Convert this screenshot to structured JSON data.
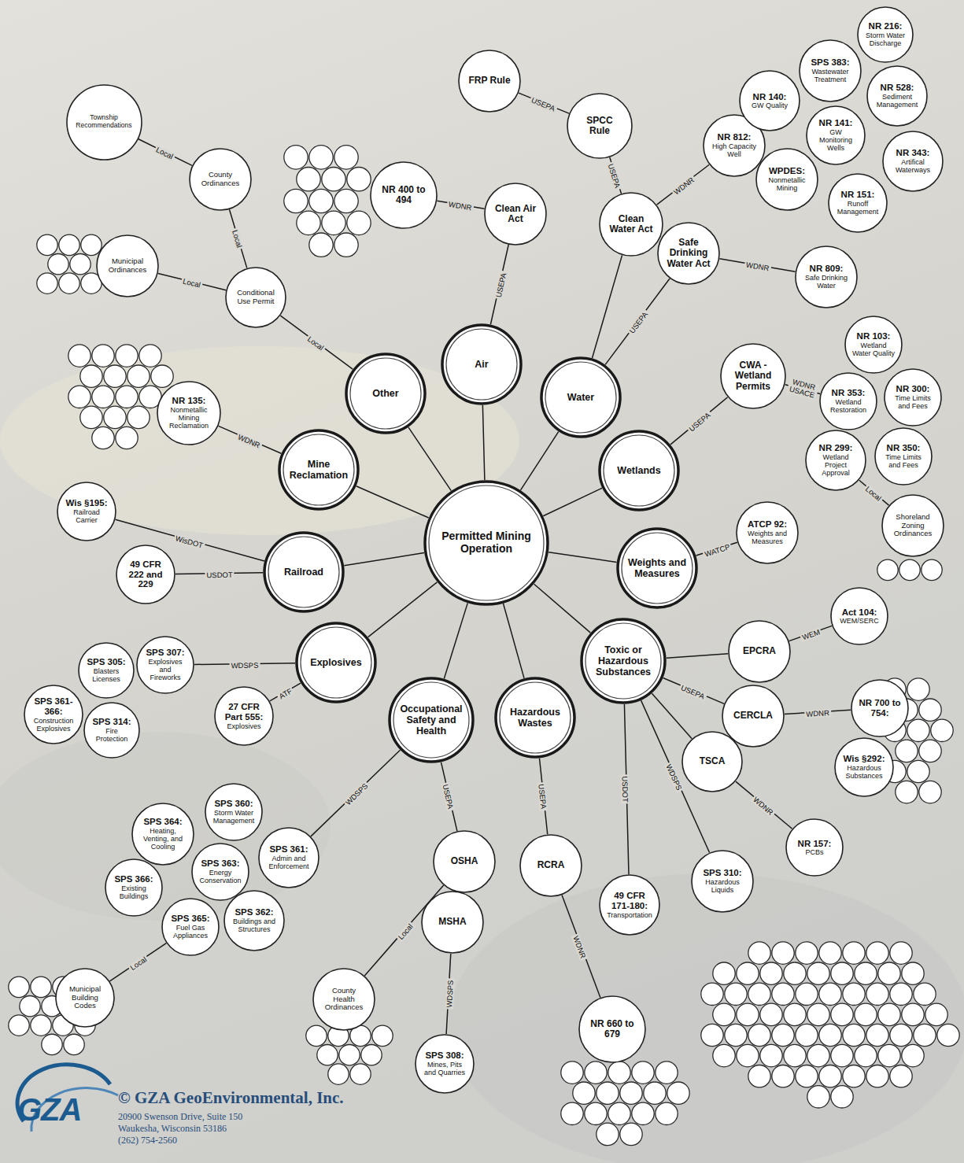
{
  "diagram": {
    "nodes": [
      {
        "text": [
          "Permitted Mining Operation"
        ]
      },
      {
        "text": [
          "Air"
        ]
      },
      {
        "text": [
          "Water"
        ]
      },
      {
        "text": [
          "Wetlands"
        ]
      },
      {
        "text": [
          "Weights and Measures"
        ]
      },
      {
        "text": [
          "Toxic or Hazardous Substances"
        ]
      },
      {
        "text": [
          "Hazardous Wastes"
        ]
      },
      {
        "text": [
          "Occupational Safety and Health"
        ]
      },
      {
        "text": [
          "Explosives"
        ]
      },
      {
        "text": [
          "Railroad"
        ]
      },
      {
        "text": [
          "Mine Reclamation"
        ]
      },
      {
        "text": [
          "Other"
        ]
      },
      {
        "text": [
          "Clean Air Act"
        ]
      },
      {
        "text": [
          "NR 400 to 494"
        ]
      },
      {
        "text": [
          "Clean Water Act"
        ]
      },
      {
        "text": [
          "Safe Drinking Water Act"
        ]
      },
      {
        "text": [
          "SPCC Rule"
        ]
      },
      {
        "text": [
          "FRP Rule"
        ]
      },
      {
        "text": [
          "NR 812:",
          "High Capacity Well"
        ]
      },
      {
        "text": [
          "NR 140:",
          "GW Quality"
        ]
      },
      {
        "text": [
          "SPS 383:",
          "Wastewater Treatment"
        ]
      },
      {
        "text": [
          "NR 216:",
          "Storm Water Discharge"
        ]
      },
      {
        "text": [
          "NR 528:",
          "Sediment Management"
        ]
      },
      {
        "text": [
          "NR 141:",
          "GW Monitoring Wells"
        ]
      },
      {
        "text": [
          "WPDES:",
          "Nonmetallic Mining"
        ]
      },
      {
        "text": [
          "NR 343:",
          "Artifical Waterways"
        ]
      },
      {
        "text": [
          "NR 151:",
          "Runoff Management"
        ]
      },
      {
        "text": [
          "NR 809:",
          "Safe Drinking Water"
        ]
      },
      {
        "text": [
          "CWA - Wetland Permits"
        ]
      },
      {
        "text": [
          "NR 103:",
          "Wetland Water Quality"
        ]
      },
      {
        "text": [
          "NR 353:",
          "Wetland Restoration"
        ]
      },
      {
        "text": [
          "NR 300:",
          "Time Limits and Fees"
        ]
      },
      {
        "text": [
          "NR 299:",
          "Wetland Project Approval"
        ]
      },
      {
        "text": [
          "NR 350:",
          "Time Limits and Fees"
        ]
      },
      {
        "text": [
          "Shoreland Zoning Ordinances"
        ]
      },
      {
        "text": [
          "ATCP 92:",
          "Weights and Measures"
        ]
      },
      {
        "text": [
          "Act 104:",
          "WEM/SERC"
        ]
      },
      {
        "text": [
          "EPCRA"
        ]
      },
      {
        "text": [
          "CERCLA"
        ]
      },
      {
        "text": [
          "TSCA"
        ]
      },
      {
        "text": [
          "NR 700 to 754:"
        ]
      },
      {
        "text": [
          "Wis §292:",
          "Hazardous Substances"
        ]
      },
      {
        "text": [
          "NR 157:",
          "PCBs"
        ]
      },
      {
        "text": [
          "SPS 310:",
          "Hazardous Liquids"
        ]
      },
      {
        "text": [
          "49 CFR 171-180:",
          "Transportation"
        ]
      },
      {
        "text": [
          "RCRA"
        ]
      },
      {
        "text": [
          "NR 660 to 679"
        ]
      },
      {
        "text": [
          "OSHA"
        ]
      },
      {
        "text": [
          "MSHA"
        ]
      },
      {
        "text": [
          "County Health Ordinances"
        ]
      },
      {
        "text": [
          "SPS 308:",
          "Mines, Pits and Quarries"
        ]
      },
      {
        "text": [
          "SPS 360:",
          "Storm Water Management"
        ]
      },
      {
        "text": [
          "SPS 364:",
          "Heating, Venting, and Cooling"
        ]
      },
      {
        "text": [
          "SPS 361:",
          "Admin and Enforcement"
        ]
      },
      {
        "text": [
          "SPS 363:",
          "Energy Conservation"
        ]
      },
      {
        "text": [
          "SPS 366:",
          "Existing Buildings"
        ]
      },
      {
        "text": [
          "SPS 365:",
          "Fuel Gas Appliances"
        ]
      },
      {
        "text": [
          "SPS 362:",
          "Buildings and Structures"
        ]
      },
      {
        "text": [
          "Municipal Building Codes"
        ]
      },
      {
        "text": [
          "SPS 307:",
          "Explosives and Fireworks"
        ]
      },
      {
        "text": [
          "SPS 305:",
          "Blasters Licenses"
        ]
      },
      {
        "text": [
          "SPS 361-366:",
          "Construction Explosives"
        ]
      },
      {
        "text": [
          "SPS 314:",
          "Fire Protection"
        ]
      },
      {
        "text": [
          "27 CFR Part 555:",
          "Explosives"
        ]
      },
      {
        "text": [
          "Wis §195:",
          "Railroad Carrier"
        ]
      },
      {
        "text": [
          "49 CFR 222 and 229"
        ]
      },
      {
        "text": [
          "NR 135:",
          "Nonmetallic Mining Reclamation"
        ]
      },
      {
        "text": [
          "Conditional Use Permit"
        ]
      },
      {
        "text": [
          "Municipal Ordinances"
        ]
      },
      {
        "text": [
          "County Ordinances"
        ]
      },
      {
        "text": [
          "Township Recommendations"
        ]
      }
    ],
    "edges": [
      {
        "from": 0,
        "to": 1,
        "arrow": "none"
      },
      {
        "from": 0,
        "to": 2,
        "arrow": "none"
      },
      {
        "from": 0,
        "to": 3,
        "arrow": "none"
      },
      {
        "from": 0,
        "to": 4,
        "arrow": "none"
      },
      {
        "from": 0,
        "to": 5,
        "arrow": "none"
      },
      {
        "from": 0,
        "to": 6,
        "arrow": "none"
      },
      {
        "from": 0,
        "to": 7,
        "arrow": "none"
      },
      {
        "from": 0,
        "to": 8,
        "arrow": "none"
      },
      {
        "from": 0,
        "to": 9,
        "arrow": "none"
      },
      {
        "from": 0,
        "to": 10,
        "arrow": "none"
      },
      {
        "from": 0,
        "to": 11,
        "arrow": "none"
      },
      {
        "from": 1,
        "to": 12,
        "label": "USEPA",
        "arrow": "none"
      },
      {
        "from": 12,
        "to": 13,
        "label": "WDNR",
        "arrow": "none"
      },
      {
        "from": 2,
        "to": 14,
        "arrow": "none"
      },
      {
        "from": 2,
        "to": 15,
        "label": "USEPA",
        "arrow": "none"
      },
      {
        "from": 14,
        "to": 16,
        "label": "USEPA",
        "arrow": "none"
      },
      {
        "from": 16,
        "to": 17,
        "label": "USEPA",
        "arrow": "none"
      },
      {
        "from": 14,
        "to": 18,
        "label": "WDNR",
        "arrow": "none"
      },
      {
        "from": 15,
        "to": 27,
        "label": "WDNR",
        "arrow": "none"
      },
      {
        "from": 3,
        "to": 28,
        "label": "USEPA",
        "arrow": "none"
      },
      {
        "from": 28,
        "to": 30,
        "label": "WDNR USACE",
        "arrow": "none"
      },
      {
        "from": 32,
        "to": 34,
        "label": "Local",
        "arrow": "none"
      },
      {
        "from": 4,
        "to": 35,
        "label": "WATCP",
        "arrow": "none"
      },
      {
        "from": 5,
        "to": 37,
        "arrow": "none"
      },
      {
        "from": 5,
        "to": 38,
        "label": "USEPA",
        "arrow": "none"
      },
      {
        "from": 5,
        "to": 39,
        "arrow": "none"
      },
      {
        "from": 37,
        "to": 36,
        "label": "WEM",
        "arrow": "none"
      },
      {
        "from": 38,
        "to": 40,
        "label": "WDNR",
        "arrow": "none"
      },
      {
        "from": 39,
        "to": 42,
        "label": "WDNR",
        "arrow": "none"
      },
      {
        "from": 5,
        "to": 43,
        "label": "WDSPS",
        "arrow": "none"
      },
      {
        "from": 5,
        "to": 44,
        "label": "USDOT",
        "arrow": "none"
      },
      {
        "from": 6,
        "to": 45,
        "label": "USEPA",
        "arrow": "none"
      },
      {
        "from": 45,
        "to": 46,
        "label": "WDNR",
        "arrow": "none"
      },
      {
        "from": 7,
        "to": 47,
        "label": "USEPA",
        "arrow": "none"
      },
      {
        "from": 47,
        "to": 49,
        "label": "Local",
        "arrow": "none"
      },
      {
        "from": 48,
        "to": 50,
        "label": "WDSPS",
        "arrow": "none"
      },
      {
        "from": 7,
        "to": 53,
        "label": "WDSPS",
        "arrow": "none"
      },
      {
        "from": 56,
        "to": 58,
        "label": "Local",
        "arrow": "none"
      },
      {
        "from": 8,
        "to": 59,
        "label": "WDSPS",
        "arrow": "none"
      },
      {
        "from": 8,
        "to": 63,
        "label": "ATF",
        "arrow": "none"
      },
      {
        "from": 9,
        "to": 64,
        "label": "WisDOT",
        "arrow": "none"
      },
      {
        "from": 9,
        "to": 65,
        "label": "USDOT",
        "arrow": "none"
      },
      {
        "from": 10,
        "to": 66,
        "label": "WDNR",
        "arrow": "none"
      },
      {
        "from": 11,
        "to": 67,
        "label": "Local",
        "arrow": "none"
      },
      {
        "from": 67,
        "to": 68,
        "label": "Local",
        "arrow": "none"
      },
      {
        "from": 67,
        "to": 69,
        "label": "Local",
        "arrow": "none"
      },
      {
        "from": 69,
        "to": 70,
        "label": "Local",
        "arrow": "none"
      }
    ],
    "labels": [
      "GZA",
      "© GZA GeoEnvironmental, Inc.",
      "20900 Swenson Drive, Suite 150",
      "Waukesha, Wisconsin 53186",
      "(262) 754-2560"
    ]
  }
}
